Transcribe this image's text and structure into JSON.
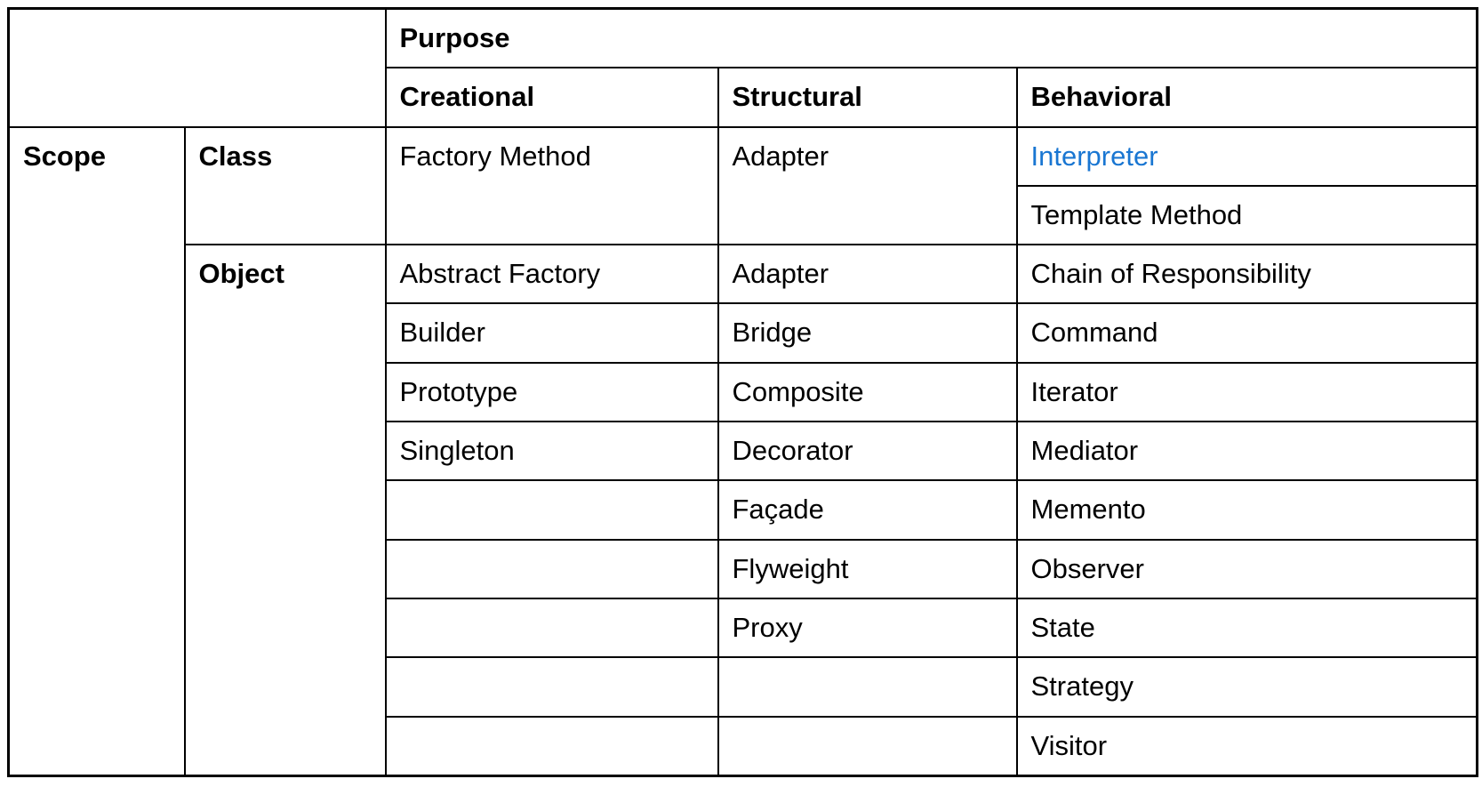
{
  "table": {
    "corner": "",
    "purpose": "Purpose",
    "purpose_categories": [
      "Creational",
      "Structural",
      "Behavioral"
    ],
    "scope": "Scope",
    "scope_class": "Class",
    "scope_object": "Object",
    "class_row": {
      "creational": "Factory Method",
      "structural": "Adapter",
      "behavioral": [
        "Interpreter",
        "Template Method"
      ]
    },
    "object_rows": [
      {
        "creational": "Abstract Factory",
        "structural": "Adapter",
        "behavioral": "Chain of Responsibility"
      },
      {
        "creational": "Builder",
        "structural": "Bridge",
        "behavioral": "Command"
      },
      {
        "creational": "Prototype",
        "structural": "Composite",
        "behavioral": "Iterator"
      },
      {
        "creational": "Singleton",
        "structural": "Decorator",
        "behavioral": "Mediator"
      },
      {
        "creational": "",
        "structural": "Façade",
        "behavioral": "Memento"
      },
      {
        "creational": "",
        "structural": "Flyweight",
        "behavioral": "Observer"
      },
      {
        "creational": "",
        "structural": "Proxy",
        "behavioral": "State"
      },
      {
        "creational": "",
        "structural": "",
        "behavioral": "Strategy"
      },
      {
        "creational": "",
        "structural": "",
        "behavioral": "Visitor"
      }
    ],
    "highlighted_pattern": "Interpreter",
    "colors": {
      "link": "#1976d2",
      "text": "#000000",
      "border": "#000000",
      "background": "#ffffff"
    }
  }
}
